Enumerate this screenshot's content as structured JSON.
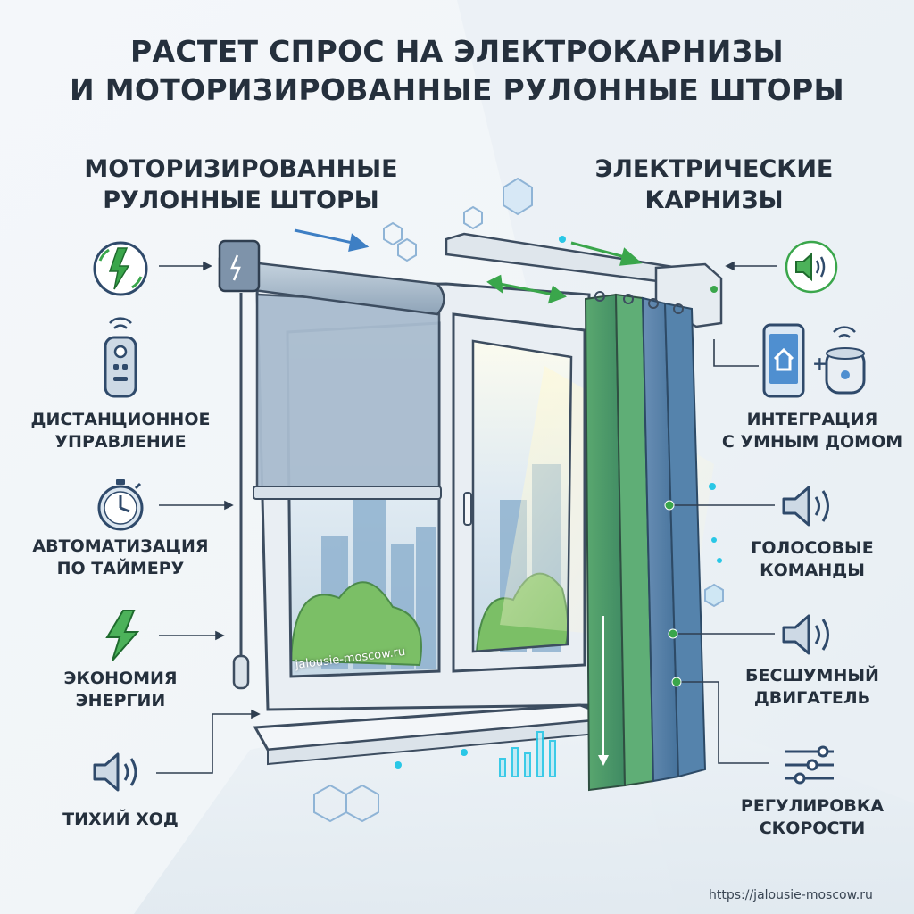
{
  "title": {
    "line1": "РАСТЕТ СПРОС НА ЭЛЕКТРОКАРНИЗЫ",
    "line2": "И МОТОРИЗИРОВАННЫЕ РУЛОННЫЕ ШТОРЫ"
  },
  "left_section": {
    "line1": "МОТОРИЗИРОВАННЫЕ",
    "line2": "РУЛОННЫЕ ШТОРЫ"
  },
  "right_section": {
    "line1": "ЭЛЕКТРИЧЕСКИЕ",
    "line2": "КАРНИЗЫ"
  },
  "left_features": {
    "remote": {
      "line1": "ДИСТАНЦИОННОЕ",
      "line2": "УПРАВЛЕНИЕ",
      "icon": "remote-control-icon"
    },
    "timer": {
      "line1": "АВТОМАТИЗАЦИЯ",
      "line2": "ПО ТАЙМЕРУ",
      "icon": "stopwatch-icon"
    },
    "energy": {
      "line1": "ЭКОНОМИЯ",
      "line2": "ЭНЕРГИИ",
      "icon": "lightning-icon"
    },
    "quiet": {
      "line1": "ТИХИЙ ХОД",
      "icon": "speaker-icon"
    }
  },
  "right_features": {
    "smart_home": {
      "line1": "ИНТЕГРАЦИЯ",
      "line2": "С УМНЫМ ДОМОМ",
      "icon": "smartphone-home-icon"
    },
    "voice": {
      "line1": "ГОЛОСОВЫЕ",
      "line2": "КОМАНДЫ",
      "icon": "speaker-icon"
    },
    "silent_motor": {
      "line1": "БЕСШУМНЫЙ",
      "line2": "ДВИГАТЕЛЬ",
      "icon": "speaker-icon"
    },
    "speed": {
      "line1": "РЕГУЛИРОВКА",
      "line2": "СКОРОСТИ",
      "icon": "sliders-icon"
    }
  },
  "watermark": "jalousie-moscow.ru",
  "footer_url": "https://jalousie-moscow.ru",
  "colors": {
    "icon_blue": "#2f4a6b",
    "icon_green": "#3aa64b",
    "curtain_green": "#4f9a6e",
    "curtain_blue": "#4f7fa6",
    "blind": "#9db2c6",
    "accent_cyan": "#29c7e6"
  }
}
